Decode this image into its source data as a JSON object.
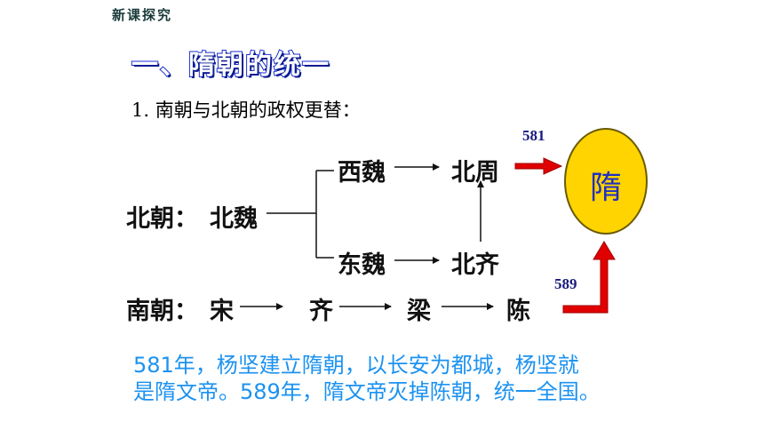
{
  "header": "新课探究",
  "title": "一、隋朝的统一",
  "subtitle": "1. 南朝与北朝的政权更替：",
  "north": {
    "label": "北朝：",
    "root": "北魏",
    "west": "西魏",
    "east": "东魏",
    "zhou": "北周",
    "qi": "北齐"
  },
  "south": {
    "label": "南朝：",
    "song": "宋",
    "qi": "齐",
    "liang": "梁",
    "chen": "陈"
  },
  "sui": "隋",
  "years": {
    "north": "581",
    "south": "589"
  },
  "summary": {
    "line1": "581年，杨坚建立隋朝，以长安为都城，杨坚就",
    "line2": "是隋文帝。589年，隋文帝灭掉陈朝，统一全国。"
  },
  "colors": {
    "title_outline": "#1a2fd0",
    "sui_fill": "#ffd400",
    "summary_text": "#1c92f0",
    "arrow_red": "#e00000"
  }
}
